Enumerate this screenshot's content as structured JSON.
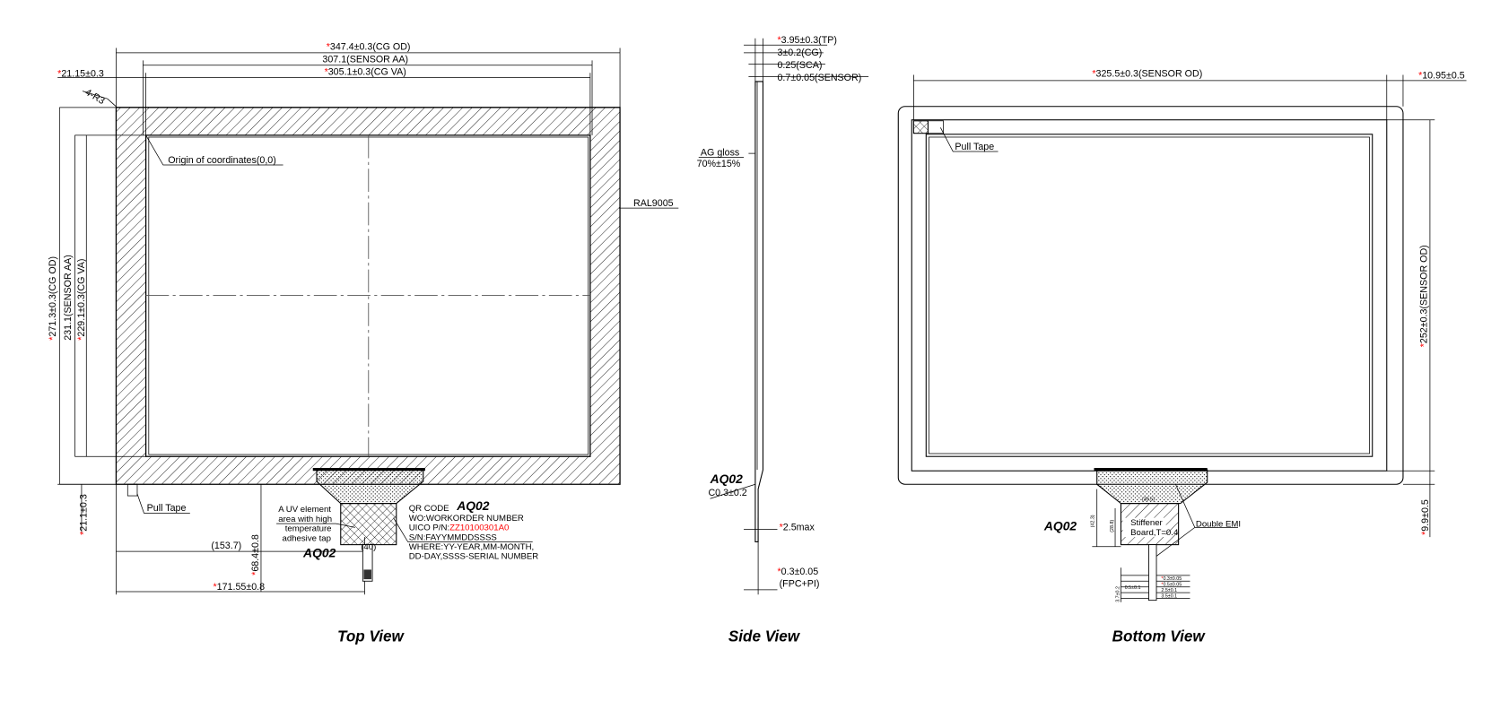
{
  "mark": "*",
  "mark_color": "#ff0000",
  "top_view": {
    "title": "Top View",
    "dims": {
      "cg_od_w": "347.4±0.3(CG OD)",
      "sensor_aa_w": "307.1(SENSOR AA)",
      "cg_va_w": "305.1±0.3(CG VA)",
      "left_offset": "21.15±0.3",
      "corner": "4-R3",
      "cg_od_h": "271.3±0.3(CG OD)",
      "sensor_aa_h": "231.1(SENSOR AA)",
      "cg_va_h": "229.1±0.3(CG VA)",
      "bottom_offset": "21.1±0.3",
      "fpc_x": "(153.7)",
      "fpc_x2": "171.55±0.8",
      "fpc_len": "68.4±0.8",
      "fpc_w": "(40)"
    },
    "origin": "Origin of coordinates(0,0)",
    "ral": "RAL9005",
    "pull_tape": "Pull Tape",
    "uv": [
      "A UV element",
      "area with high",
      "temperature",
      "adhesive tap"
    ],
    "aq02": "AQ02",
    "qr": {
      "label": "QR CODE",
      "code": "AQ02",
      "wo": "WO:WORKORDER NUMBER",
      "pn_label": "UICO P/N:",
      "pn": "ZZ10100301A0",
      "sn": "S/N:FAYYMMDDSSSS",
      "where1": "WHERE:YY-YEAR,MM-MONTH,",
      "where2": "DD-DAY,SSSS-SERIAL NUMBER"
    }
  },
  "side_view": {
    "title": "Side View",
    "dims": {
      "tp": "3.95±0.3(TP)",
      "cg": "3±0.2(CG)",
      "sca": "0.25(SCA)",
      "sensor": "0.7±0.05(SENSOR)",
      "max": "2.5max",
      "fpc_t": "0.3±0.05",
      "fpc_t2": "(FPC+PI)",
      "chamfer": "C0.3±0.2"
    },
    "ag": [
      "AG gloss",
      "70%±15%"
    ],
    "aq02": "AQ02"
  },
  "bottom_view": {
    "title": "Bottom View",
    "dims": {
      "sensor_od_w": "325.5±0.3(SENSOR OD)",
      "right_offset": "10.95±0.5",
      "sensor_od_h": "252±0.3(SENSOR OD)",
      "bottom_offset": "9.9±0.5",
      "h1": "(42.3)",
      "h2": "(28.8)",
      "w1": "(39.5)",
      "t1": "0.3±0.05",
      "t2": "0.5±0.05",
      "t3": "2.5±0.1",
      "t4": "3.5±0.1",
      "t5": "0.5±0.1",
      "t6": "3.7±0.2"
    },
    "pull_tape": "Pull Tape",
    "stiffener": [
      "Stiffener",
      "Board,T=0.4"
    ],
    "emi": "Double EMI",
    "aq02": "AQ02"
  }
}
